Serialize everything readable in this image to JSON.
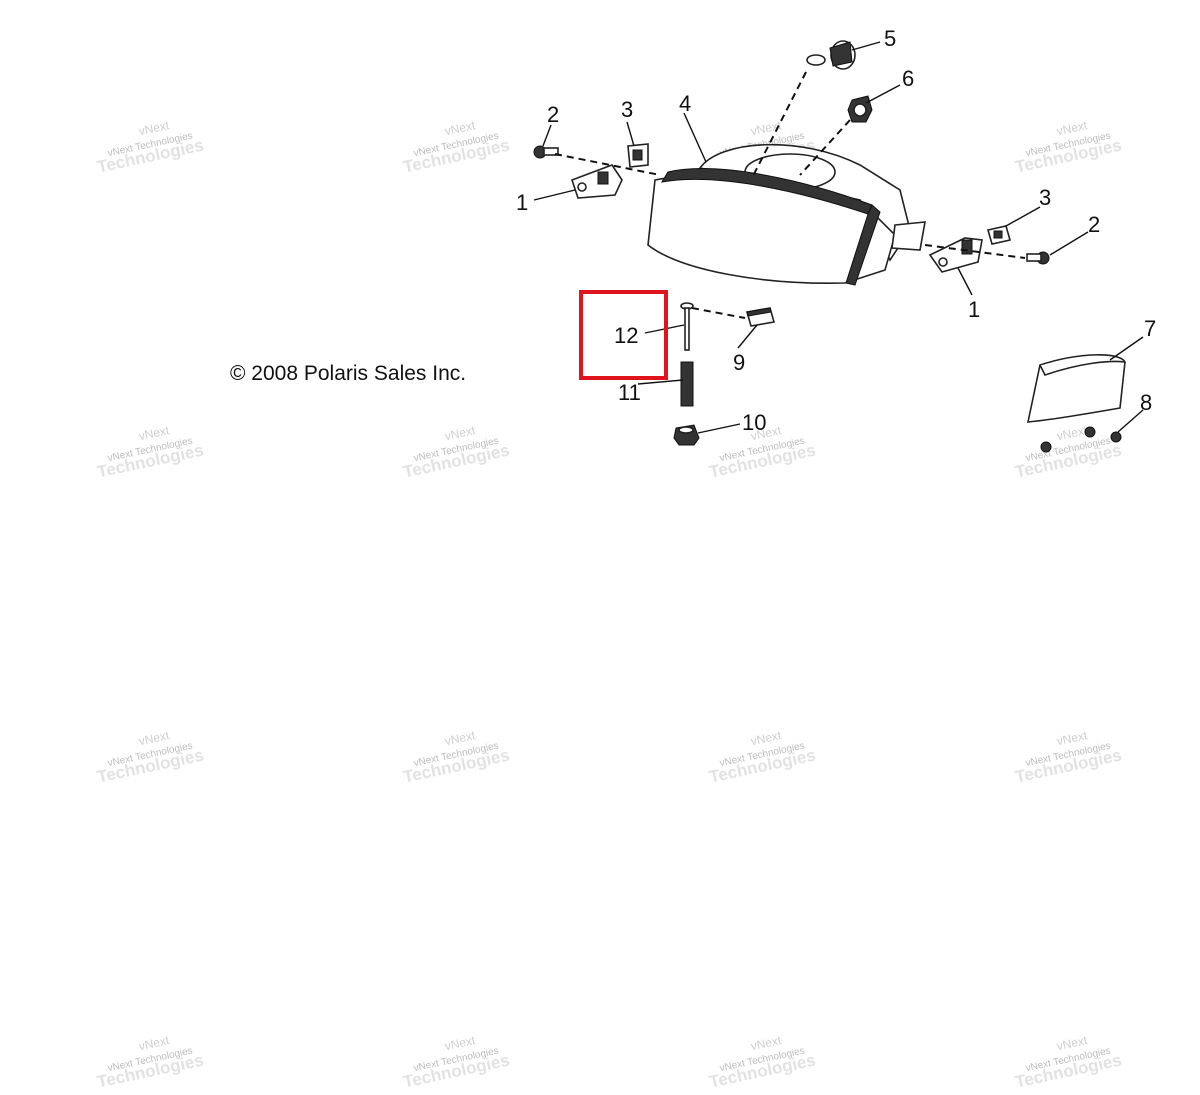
{
  "copyright": "© 2008 Polaris Sales Inc.",
  "highlighted_callout": "12",
  "watermark": {
    "line1": "vNext Technologies",
    "line2": "vNext",
    "line3": "Technologies"
  },
  "callouts": {
    "c1_left": "1",
    "c2_left": "2",
    "c3_left": "3",
    "c4": "4",
    "c5": "5",
    "c6": "6",
    "c3_right": "3",
    "c2_right": "2",
    "c1_right": "1",
    "c7": "7",
    "c8": "8",
    "c9": "9",
    "c10": "10",
    "c11": "11",
    "c12": "12"
  },
  "colors": {
    "highlight": "#e0141c",
    "line": "#111111",
    "watermark": "#d0d0d0"
  }
}
